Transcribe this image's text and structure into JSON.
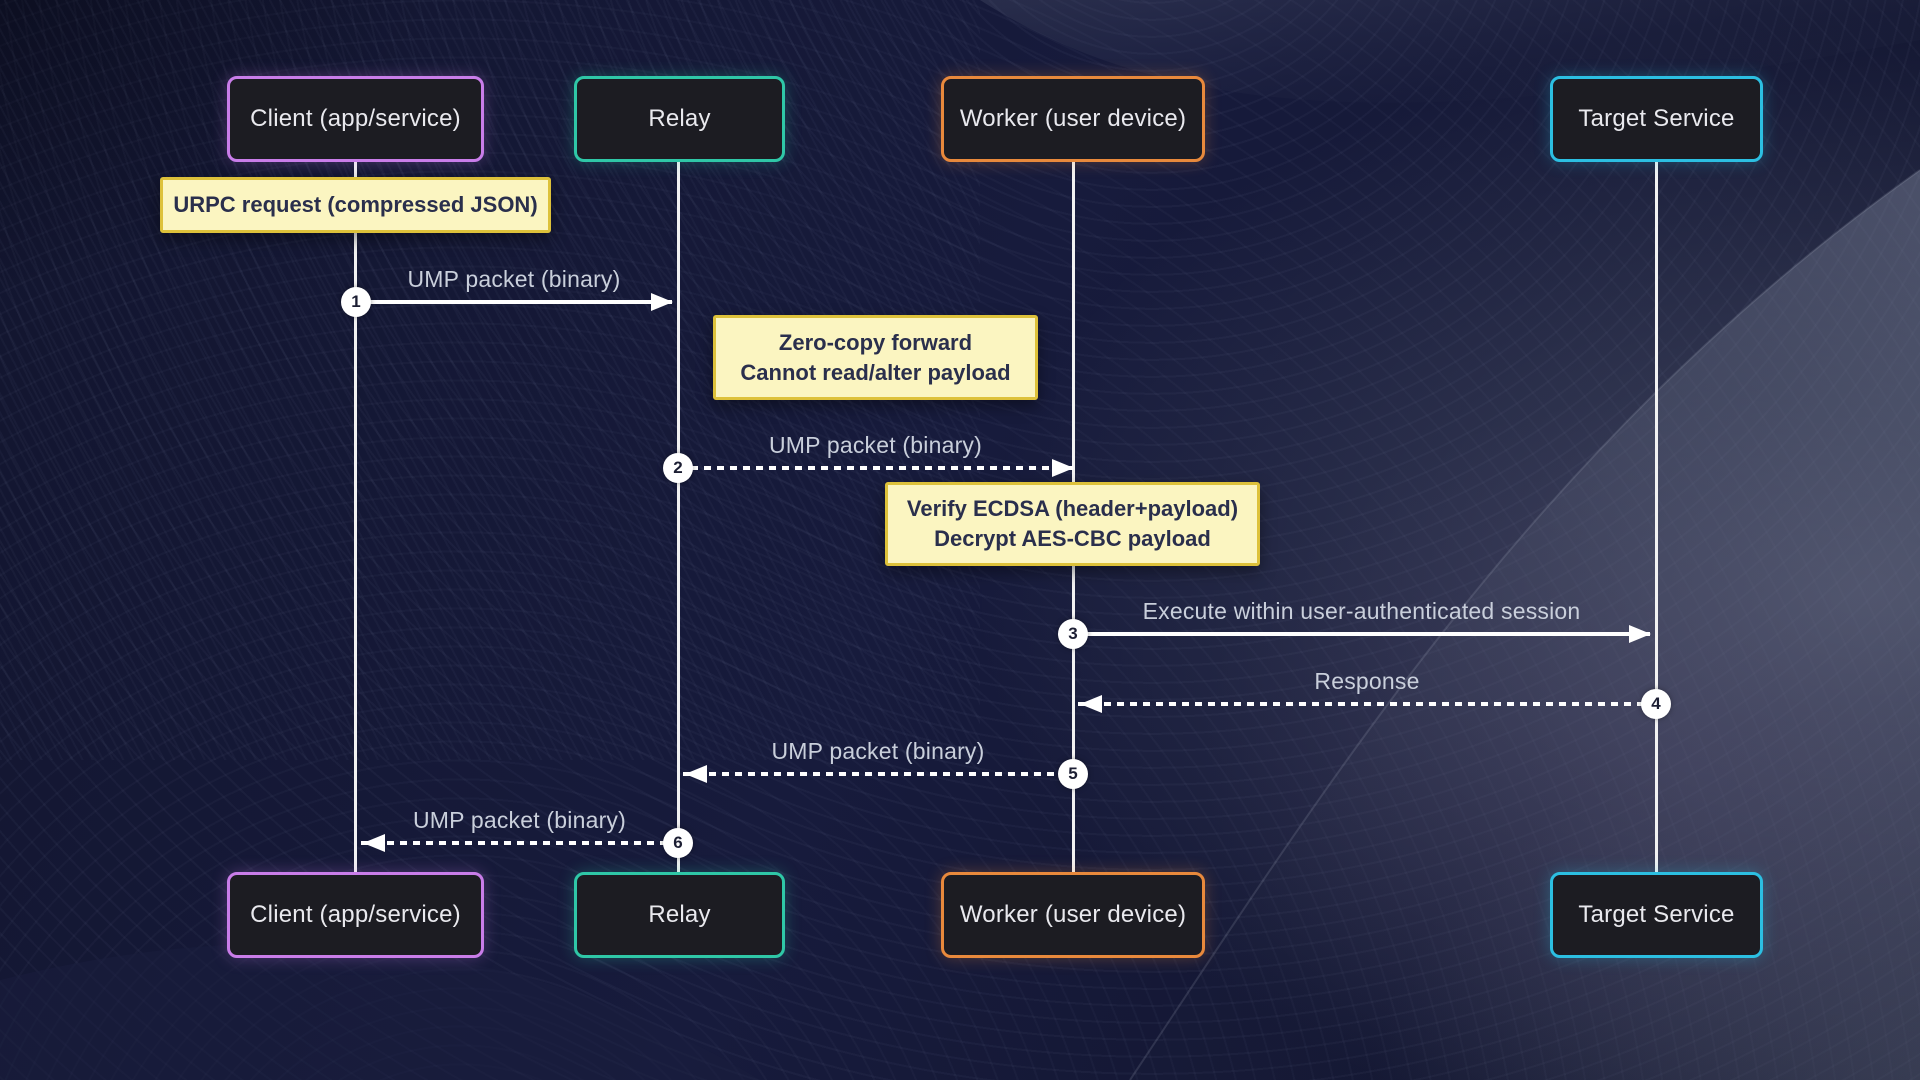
{
  "diagram": {
    "type": "sequence-diagram",
    "actors": [
      {
        "id": "client",
        "label": "Client (app/service)",
        "border_color": "#c97de9"
      },
      {
        "id": "relay",
        "label": "Relay",
        "border_color": "#2fc7a7"
      },
      {
        "id": "worker",
        "label": "Worker (user device)",
        "border_color": "#e8893c"
      },
      {
        "id": "target",
        "label": "Target Service",
        "border_color": "#2cbfe2"
      }
    ],
    "messages": [
      {
        "num": "1",
        "label": "UMP packet (binary)",
        "from": "client",
        "to": "relay",
        "line": "solid"
      },
      {
        "num": "2",
        "label": "UMP packet (binary)",
        "from": "relay",
        "to": "worker",
        "line": "dotted"
      },
      {
        "num": "3",
        "label": "Execute within user-authenticated session",
        "from": "worker",
        "to": "target",
        "line": "solid"
      },
      {
        "num": "4",
        "label": "Response",
        "from": "target",
        "to": "worker",
        "line": "dotted"
      },
      {
        "num": "5",
        "label": "UMP packet (binary)",
        "from": "worker",
        "to": "relay",
        "line": "dotted"
      },
      {
        "num": "6",
        "label": "UMP packet (binary)",
        "from": "relay",
        "to": "client",
        "line": "dotted"
      }
    ],
    "notes": [
      {
        "anchor": "client",
        "lines": [
          "URPC request (compressed JSON)",
          ""
        ]
      },
      {
        "anchor": "relay-worker",
        "lines": [
          "Zero-copy forward",
          "Cannot read/alter payload"
        ]
      },
      {
        "anchor": "worker",
        "lines": [
          "Verify ECDSA (header+payload)",
          "Decrypt AES-CBC payload"
        ]
      }
    ],
    "colors": {
      "background": "#141833",
      "lifeline": "#f2f2f2",
      "arrow": "#ffffff",
      "message_text": "#c9cfdb",
      "actor_fill": "#1c1c22",
      "actor_text": "#e9e9ee",
      "note_fill": "#fbf5c1",
      "note_border": "#ddc13a",
      "note_text": "#2a2f4c",
      "badge_fill": "#ffffff",
      "badge_text": "#1c1e33"
    }
  }
}
